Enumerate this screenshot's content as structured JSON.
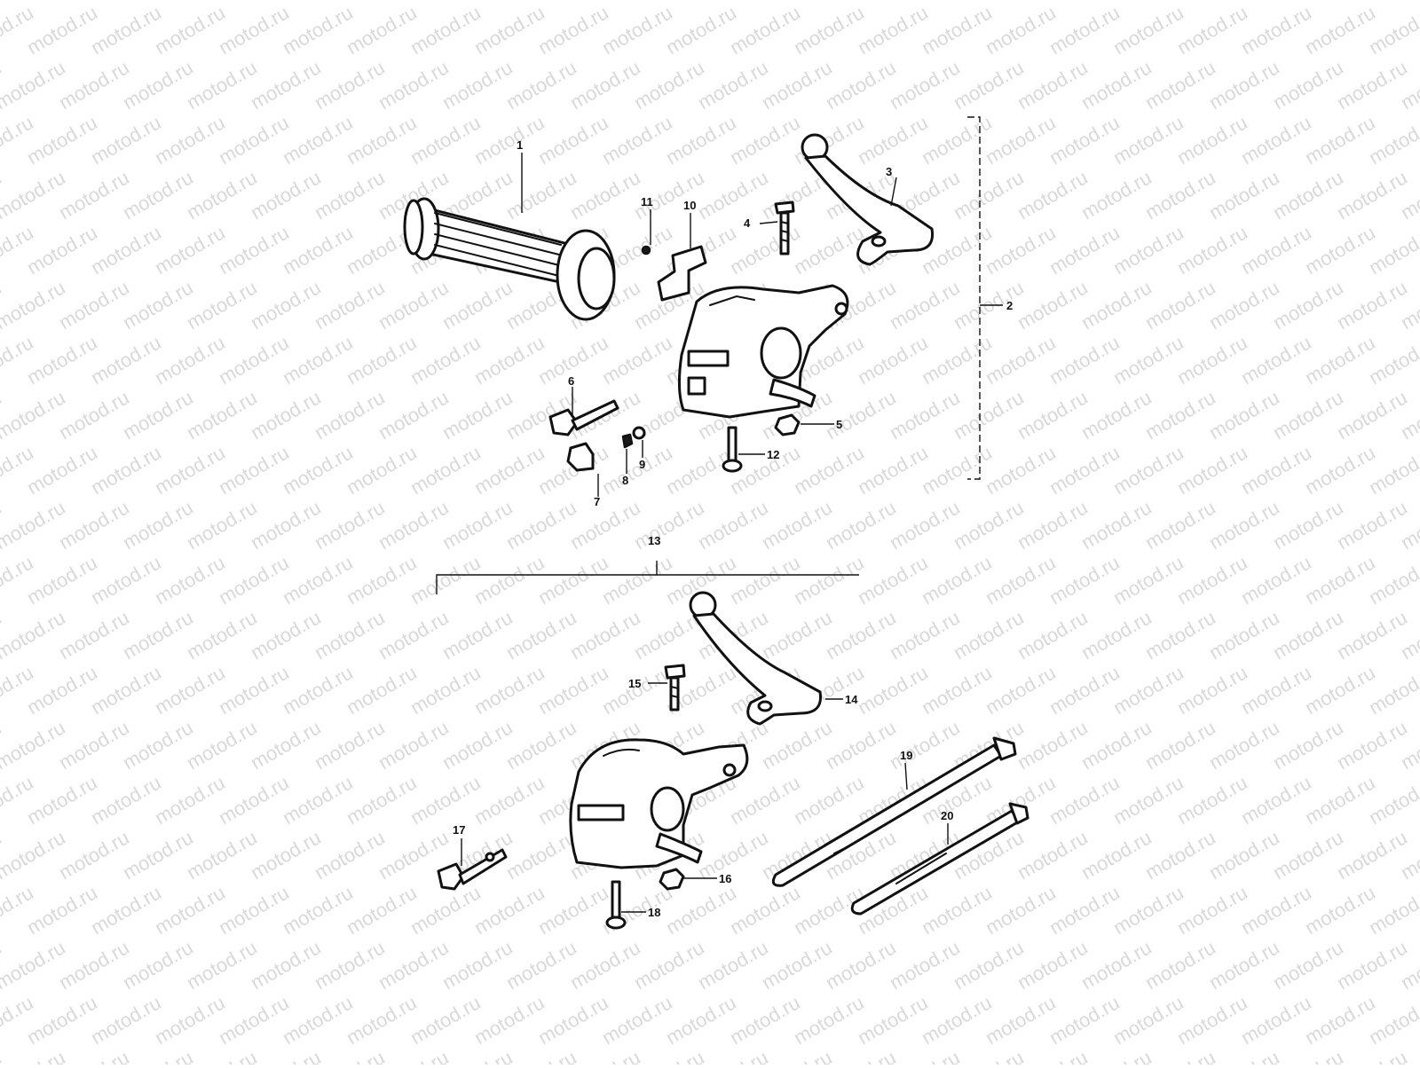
{
  "watermark": {
    "text": "motod.ru",
    "color": "#d9d9d9"
  },
  "callouts": {
    "c1": "1",
    "c2": "2",
    "c3": "3",
    "c4": "4",
    "c5": "5",
    "c6": "6",
    "c7": "7",
    "c8": "8",
    "c9": "9",
    "c10": "10",
    "c11": "11",
    "c12": "12",
    "c13": "13",
    "c14": "14",
    "c15": "15",
    "c16": "16",
    "c17": "17",
    "c18": "18",
    "c19": "19",
    "c20": "20"
  },
  "colors": {
    "ink": "#111111",
    "paper": "#ffffff"
  }
}
